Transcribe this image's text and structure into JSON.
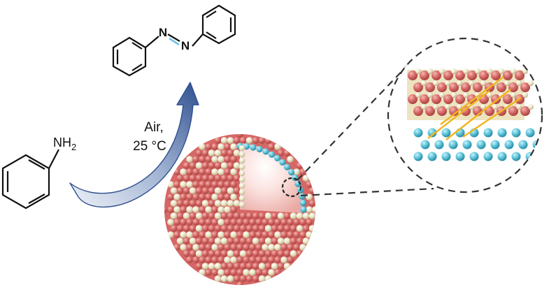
{
  "reactant": {
    "nh2_label": "NH",
    "nh2_sub": "2"
  },
  "product": {
    "n1_label": "N",
    "n2_label": "N"
  },
  "conditions": {
    "line1": "Air,",
    "line2": "25 °C"
  },
  "colors": {
    "atom_red": "#d56866",
    "atom_cream": "#ece6c7",
    "atom_blue": "#5cc3d9",
    "core_pink": "#f3c3c0",
    "arrow_blue": "#2f4f8f",
    "bond_yellow": "#f2b51c",
    "n_blue": "#1a56c4",
    "double_bond_blue": "#6ec0e8"
  }
}
